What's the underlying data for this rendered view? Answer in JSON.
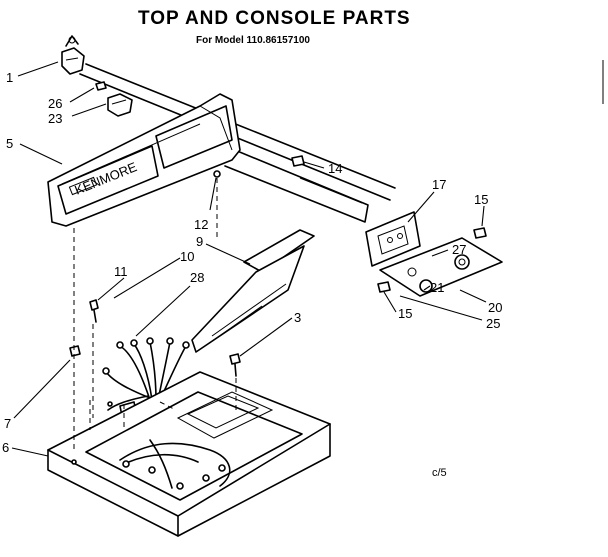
{
  "header": {
    "title": "TOP AND CONSOLE PARTS",
    "subtitle": "For Model 110.86157100"
  },
  "footer_note": "c/5",
  "callouts": {
    "c1": "1",
    "c26": "26",
    "c23": "23",
    "c5": "5",
    "c14": "14",
    "c17": "17",
    "c15a": "15",
    "c27": "27",
    "c12": "12",
    "c9": "9",
    "c10": "10",
    "c11": "11",
    "c28": "28",
    "c21": "21",
    "c20": "20",
    "c15b": "15",
    "c25": "25",
    "c3": "3",
    "c7": "7",
    "c6": "6"
  },
  "brand_plate": "KENMORE"
}
